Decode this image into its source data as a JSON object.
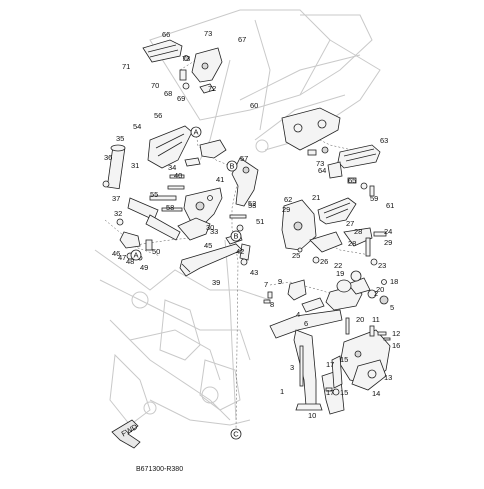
{
  "diagram": {
    "caption": "B671300-R380",
    "fwd_label": "FWD",
    "refs": [
      "A",
      "B",
      "A",
      "B",
      "C"
    ],
    "callouts": [
      "66",
      "73",
      "67",
      "71",
      "73",
      "70",
      "68",
      "72",
      "69",
      "56",
      "54",
      "35",
      "36",
      "31",
      "37",
      "34",
      "40",
      "41",
      "57",
      "55",
      "58",
      "32",
      "46",
      "47",
      "48",
      "49",
      "50",
      "30",
      "33",
      "53",
      "52",
      "51",
      "45",
      "42",
      "43",
      "39",
      "60",
      "73",
      "64",
      "65",
      "63",
      "59",
      "61",
      "62",
      "29",
      "21",
      "27",
      "28",
      "28",
      "26",
      "25",
      "29",
      "23",
      "24",
      "22",
      "19",
      "18",
      "20",
      "2",
      "5",
      "20",
      "9",
      "7",
      "8",
      "4",
      "6",
      "11",
      "12",
      "16",
      "17",
      "15",
      "17",
      "15",
      "3",
      "1",
      "14",
      "13",
      "10"
    ]
  }
}
